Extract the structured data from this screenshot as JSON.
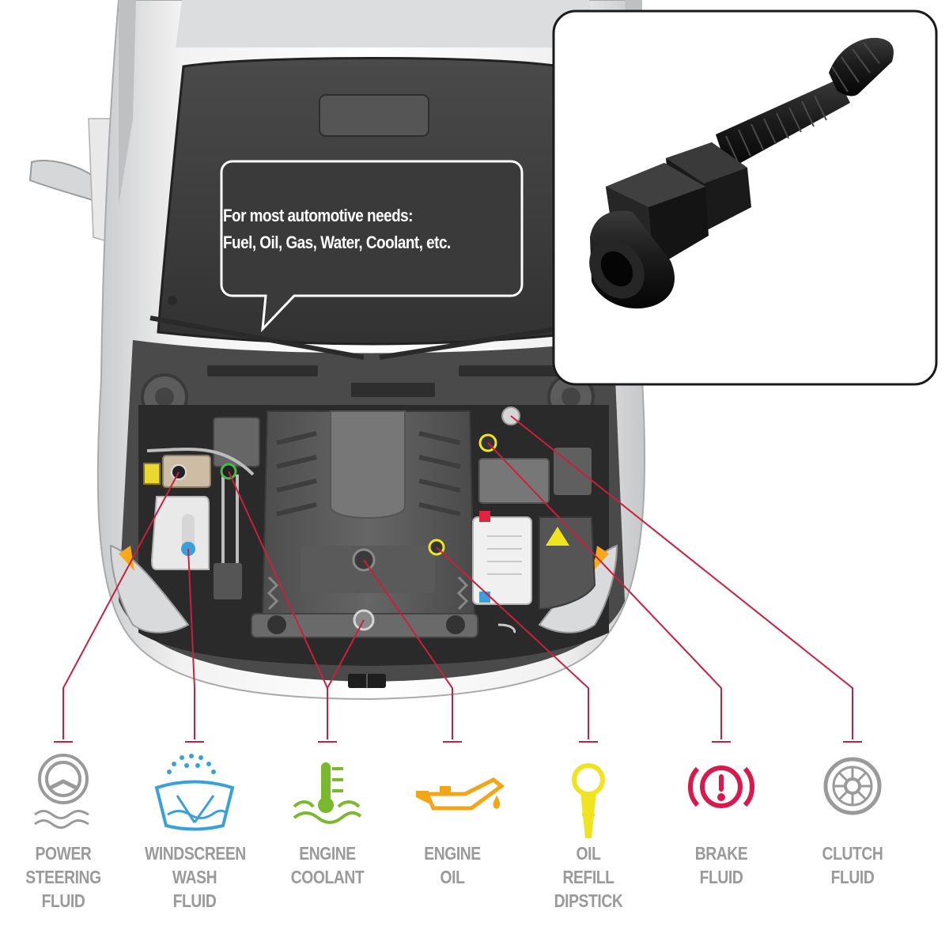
{
  "callout": {
    "line1": "For most automotive needs:",
    "line2": "Fuel, Oil, Gas, Water, Coolant, etc."
  },
  "colors": {
    "accent_line": "#c8203f",
    "label_text": "#9a9a9a",
    "wash_blue": "#3aa0dc",
    "coolant_green": "#7ab82e",
    "oil_orange": "#f2a516",
    "dipstick_yellow": "#f0e41e",
    "brake_red": "#d8194b",
    "clutch_grey": "#9a9a9a",
    "fitting_black": "#141414"
  },
  "fluids": [
    {
      "icon": "steering-wheel-icon",
      "lines": [
        "POWER",
        "STEERING",
        "FLUID"
      ]
    },
    {
      "icon": "windscreen-wash-icon",
      "lines": [
        "WINDSCREEN",
        "WASH",
        "FLUID"
      ]
    },
    {
      "icon": "coolant-thermometer-icon",
      "lines": [
        "ENGINE",
        "COOLANT"
      ]
    },
    {
      "icon": "oil-can-icon",
      "lines": [
        "ENGINE",
        "OIL"
      ]
    },
    {
      "icon": "dipstick-icon",
      "lines": [
        "OIL",
        "REFILL",
        "DIPSTICK"
      ]
    },
    {
      "icon": "brake-warning-icon",
      "lines": [
        "BRAKE",
        "FLUID"
      ]
    },
    {
      "icon": "clutch-disc-icon",
      "lines": [
        "CLUTCH",
        "FLUID"
      ]
    }
  ]
}
